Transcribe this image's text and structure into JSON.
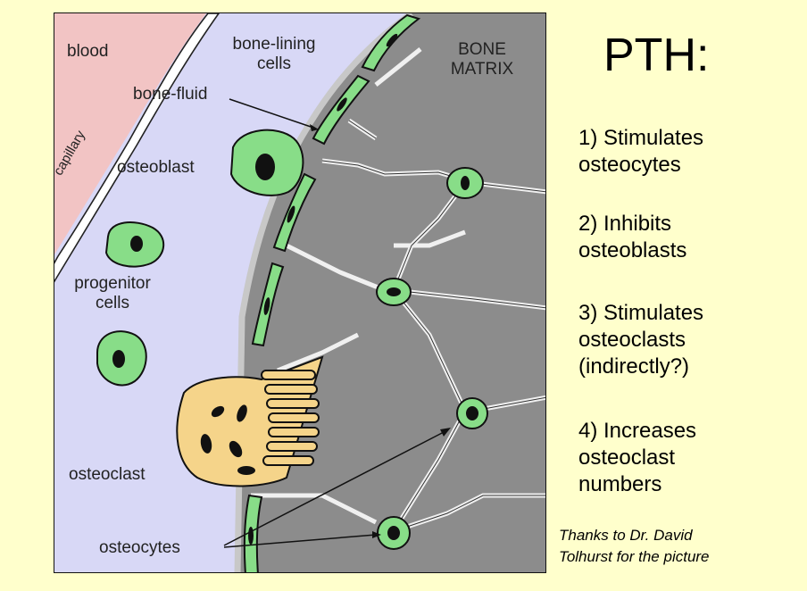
{
  "diagram": {
    "labels": {
      "blood": "blood",
      "capillary": "capillary",
      "bone_lining_line1": "bone-lining",
      "bone_lining_line2": "cells",
      "bone_fluid": "bone-fluid",
      "bone_matrix_line1": "BONE",
      "bone_matrix_line2": "MATRIX",
      "osteoblast": "osteoblast",
      "progenitor_line1": "progenitor",
      "progenitor_line2": "cells",
      "osteoclast": "osteoclast",
      "osteocytes": "osteocytes"
    },
    "colors": {
      "blood": "#f2c4c4",
      "fluid": "#d8d8f6",
      "matrix": "#8c8c8c",
      "cell": "#88dd88",
      "osteoclast": "#f5d48a",
      "border": "#111111"
    }
  },
  "title": "PTH:",
  "points": [
    {
      "line1": "1) Stimulates",
      "line2": "osteocytes"
    },
    {
      "line1": "2) Inhibits",
      "line2": "osteoblasts"
    },
    {
      "line1": "3) Stimulates",
      "line2": "osteoclasts",
      "line3": "(indirectly?)"
    },
    {
      "line1": "4) Increases",
      "line2": "osteoclast",
      "line3": "numbers"
    }
  ],
  "credit": {
    "line1": "Thanks to Dr. David",
    "line2": "Tolhurst for the picture"
  }
}
